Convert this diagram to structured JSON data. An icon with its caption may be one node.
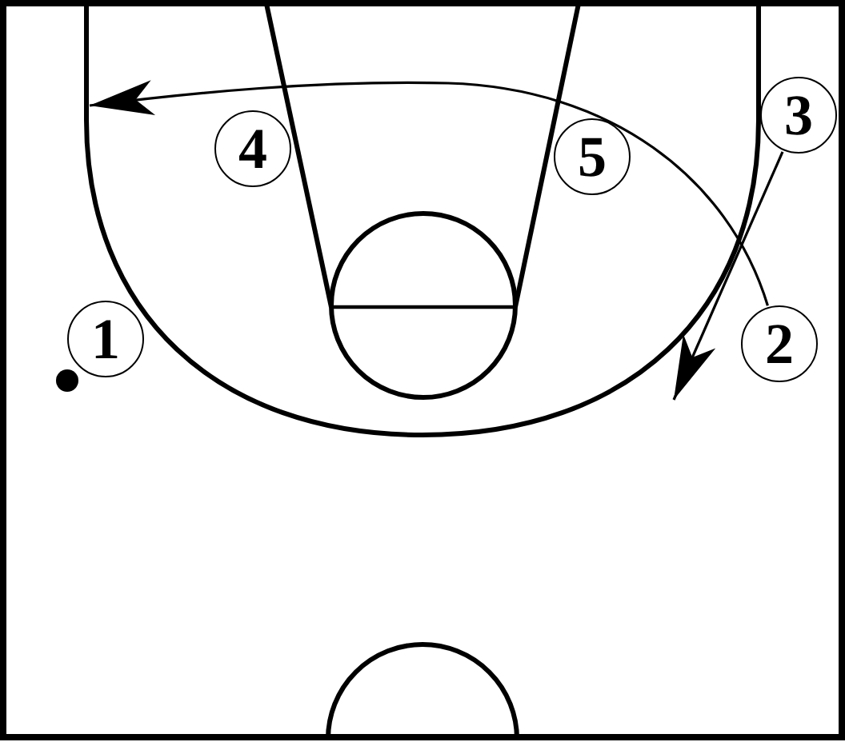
{
  "diagram": {
    "nodes": [
      {
        "text": [
          "4"
        ]
      },
      {
        "text": [
          "5"
        ]
      },
      {
        "text": [
          "3"
        ]
      },
      {
        "text": [
          "1"
        ]
      },
      {
        "text": [
          "2"
        ]
      }
    ],
    "edges": [
      {
        "from": 4,
        "to": null,
        "arrow": "to"
      },
      {
        "from": 2,
        "to": null,
        "arrow": "to"
      }
    ]
  }
}
